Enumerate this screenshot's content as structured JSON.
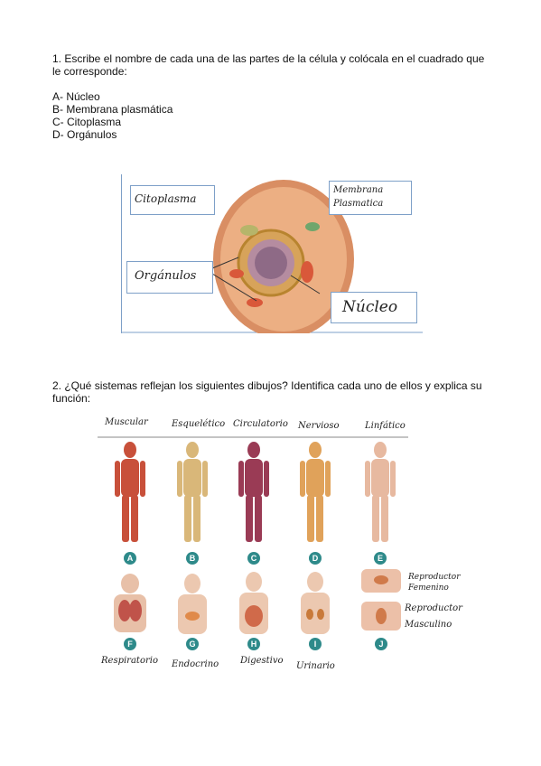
{
  "question1": {
    "text": "1. Escribe el nombre de cada una de las partes de la célula y colócala en el cuadrado que le corresponde:",
    "options": [
      "A- Núcleo",
      "B- Membrana plasmática",
      "C- Citoplasma",
      "D- Orgánulos"
    ]
  },
  "cell_labels": {
    "citoplasma": "Citoplasma",
    "membrana_1": "Membrana",
    "membrana_2": "Plasmatica",
    "organulos": "Orgánulos",
    "nucleo": "Núcleo"
  },
  "question2": {
    "text": "2. ¿Qué sistemas reflejan los siguientes dibujos? Identifica cada uno de ellos y explica su función:"
  },
  "systems_top": [
    {
      "name": "Muscular",
      "badge": "A",
      "color": "#c8503a"
    },
    {
      "name": "Esquelético",
      "badge": "B",
      "color": "#d9b779"
    },
    {
      "name": "Circulatorio",
      "badge": "C",
      "color": "#9a3b55"
    },
    {
      "name": "Nervioso",
      "badge": "D",
      "color": "#e0a25a"
    },
    {
      "name": "Linfático",
      "badge": "E",
      "color": "#e7b9a0"
    }
  ],
  "systems_bottom": [
    {
      "name": "Respiratorio",
      "badge": "F"
    },
    {
      "name": "Endocrino",
      "badge": "G"
    },
    {
      "name": "Digestivo",
      "badge": "H"
    },
    {
      "name": "Urinario",
      "badge": "I"
    },
    {
      "name": "",
      "badge": "J"
    }
  ],
  "reproductor": {
    "fem_1": "Reproductor",
    "fem_2": "Femenino",
    "masc_1": "Reproductor",
    "masc_2": "Masculino"
  }
}
